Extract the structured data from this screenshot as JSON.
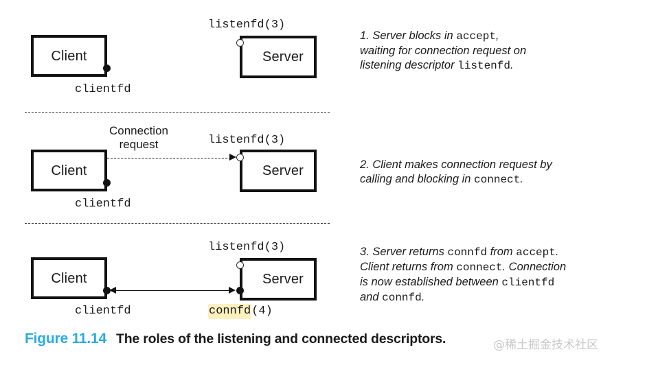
{
  "figure": {
    "nodes": {
      "client_label": "Client",
      "server_label": "Server"
    },
    "descriptors": {
      "clientfd": "clientfd",
      "listenfd": "listenfd(3)",
      "connfd_name": "connfd",
      "connfd_num": "(4)"
    },
    "panels": [
      {
        "id": 1,
        "callout": "",
        "step_number": "1.",
        "step_parts": [
          {
            "text": "1. Server blocks in ",
            "style": "italic"
          },
          {
            "text": "accept",
            "style": "code"
          },
          {
            "text": ",",
            "style": "italic"
          },
          {
            "text": "waiting for connection request on",
            "style": "italic"
          },
          {
            "text": "listening descriptor ",
            "style": "italic"
          },
          {
            "text": "listenfd",
            "style": "code"
          },
          {
            "text": ".",
            "style": "italic"
          }
        ]
      },
      {
        "id": 2,
        "callout_line1": "Connection",
        "callout_line2": "request",
        "step_number": "2."
      },
      {
        "id": 3,
        "step_number": "3."
      }
    ],
    "step1": {
      "line1_a": "1. Server blocks in ",
      "line1_code": "accept",
      "line1_b": ",",
      "line2": "waiting for connection request on",
      "line3_a": "listening descriptor ",
      "line3_code": "listenfd",
      "line3_b": "."
    },
    "step2": {
      "line1": "2. Client makes connection request by",
      "line2_a": "calling and blocking in ",
      "line2_code": "connect",
      "line2_b": "."
    },
    "step3": {
      "line1_a": "3. Server returns ",
      "line1_code1": "connfd",
      "line1_b": " from ",
      "line1_code2": "accept",
      "line1_c": ".",
      "line2_a": "Client returns from ",
      "line2_code": "connect",
      "line2_b": ". Connection",
      "line3_a": "is now established between ",
      "line3_code": "clientfd",
      "line4_a": "and ",
      "line4_code": "connfd",
      "line4_b": "."
    },
    "caption": {
      "number": "Figure 11.14",
      "title": "The roles of the listening and connected descriptors.",
      "number_color": "#29abe2"
    },
    "watermark": "@稀土掘金技术社区",
    "colors": {
      "highlight": "#fdf0bf",
      "stroke": "#121212",
      "accent": "#29abe2",
      "background": "#ffffff"
    }
  }
}
